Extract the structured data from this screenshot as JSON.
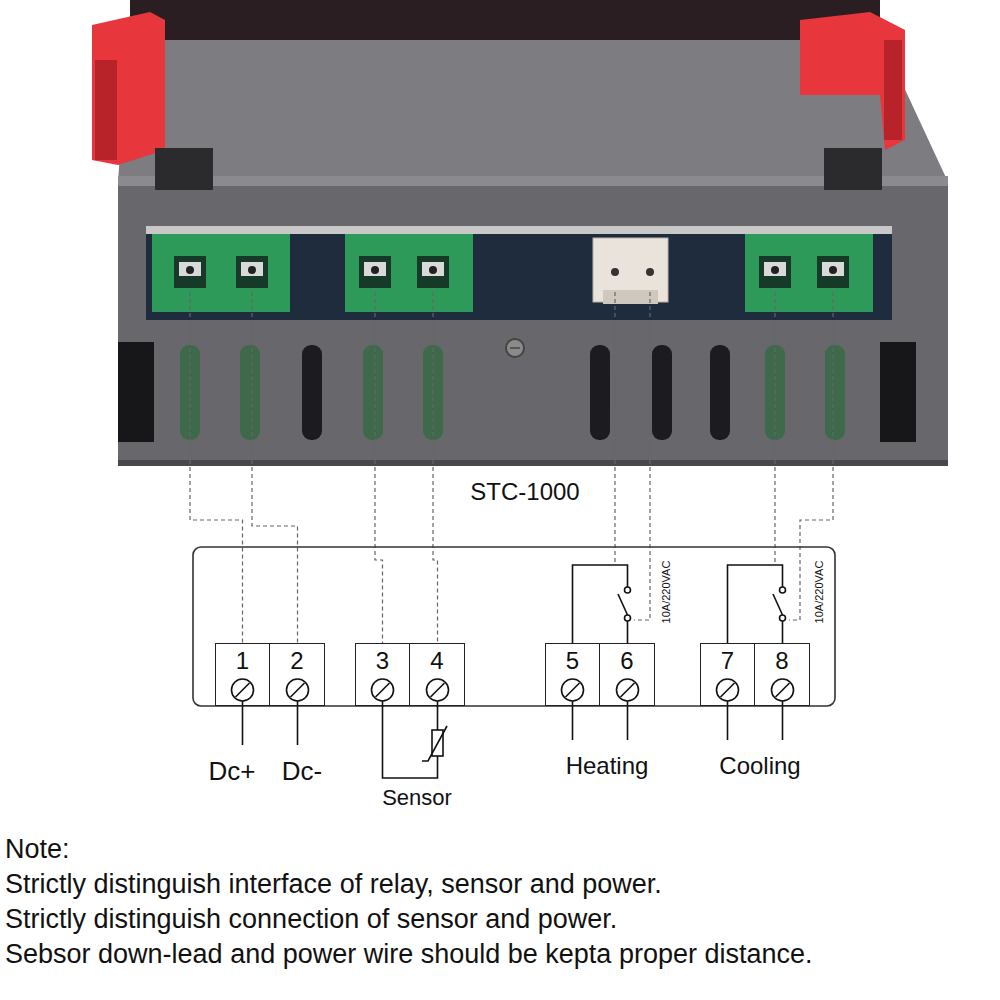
{
  "diagram": {
    "nodes": [
      {
        "text": [
          "1"
        ]
      },
      {
        "text": [
          "2"
        ]
      },
      {
        "text": [
          "3"
        ]
      },
      {
        "text": [
          "4"
        ]
      },
      {
        "text": [
          "5"
        ]
      },
      {
        "text": [
          "6"
        ]
      },
      {
        "text": [
          "7"
        ]
      },
      {
        "text": [
          "8"
        ]
      }
    ],
    "edges": [
      {
        "from": 2,
        "to": 3,
        "arrow": "none"
      },
      {
        "from": 4,
        "to": 5,
        "arrow": "none"
      },
      {
        "from": 6,
        "to": 7,
        "arrow": "none"
      }
    ],
    "labels": [
      "STC-1000",
      "10A/220VAC",
      "10A/220VAC",
      "Dc+",
      "Dc-",
      "Sensor",
      "Heating",
      "Cooling",
      "Note:",
      "Strictly distinguish interface of relay, sensor and power.",
      "Strictly distinguish connection of sensor and power.",
      "Sebsor down-lead and power wire should be kepta proper distance."
    ]
  }
}
